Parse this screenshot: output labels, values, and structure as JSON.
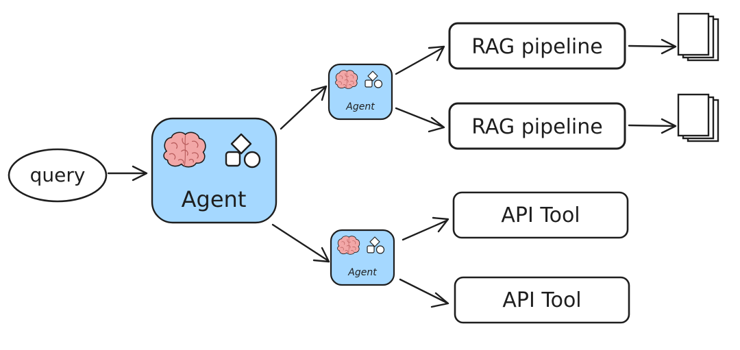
{
  "colors": {
    "ink": "#1e1e1e",
    "agent_fill": "#a5d8ff",
    "brain_fill": "#f2a7a7",
    "brain_line": "#b85c5c",
    "node_fill": "#ffffff"
  },
  "query": {
    "label": "query"
  },
  "main_agent": {
    "label": "Agent",
    "icons": [
      "brain-icon",
      "shapes-icon"
    ]
  },
  "sub_agent_top": {
    "label": "Agent",
    "icons": [
      "brain-icon",
      "shapes-icon"
    ]
  },
  "sub_agent_bottom": {
    "label": "Agent",
    "icons": [
      "brain-icon",
      "shapes-icon"
    ]
  },
  "tools": [
    {
      "label": "RAG pipeline"
    },
    {
      "label": "RAG pipeline"
    },
    {
      "label": "API Tool"
    },
    {
      "label": "API Tool"
    }
  ],
  "documents": [
    {
      "icon": "document-stack-icon"
    },
    {
      "icon": "document-stack-icon"
    }
  ]
}
